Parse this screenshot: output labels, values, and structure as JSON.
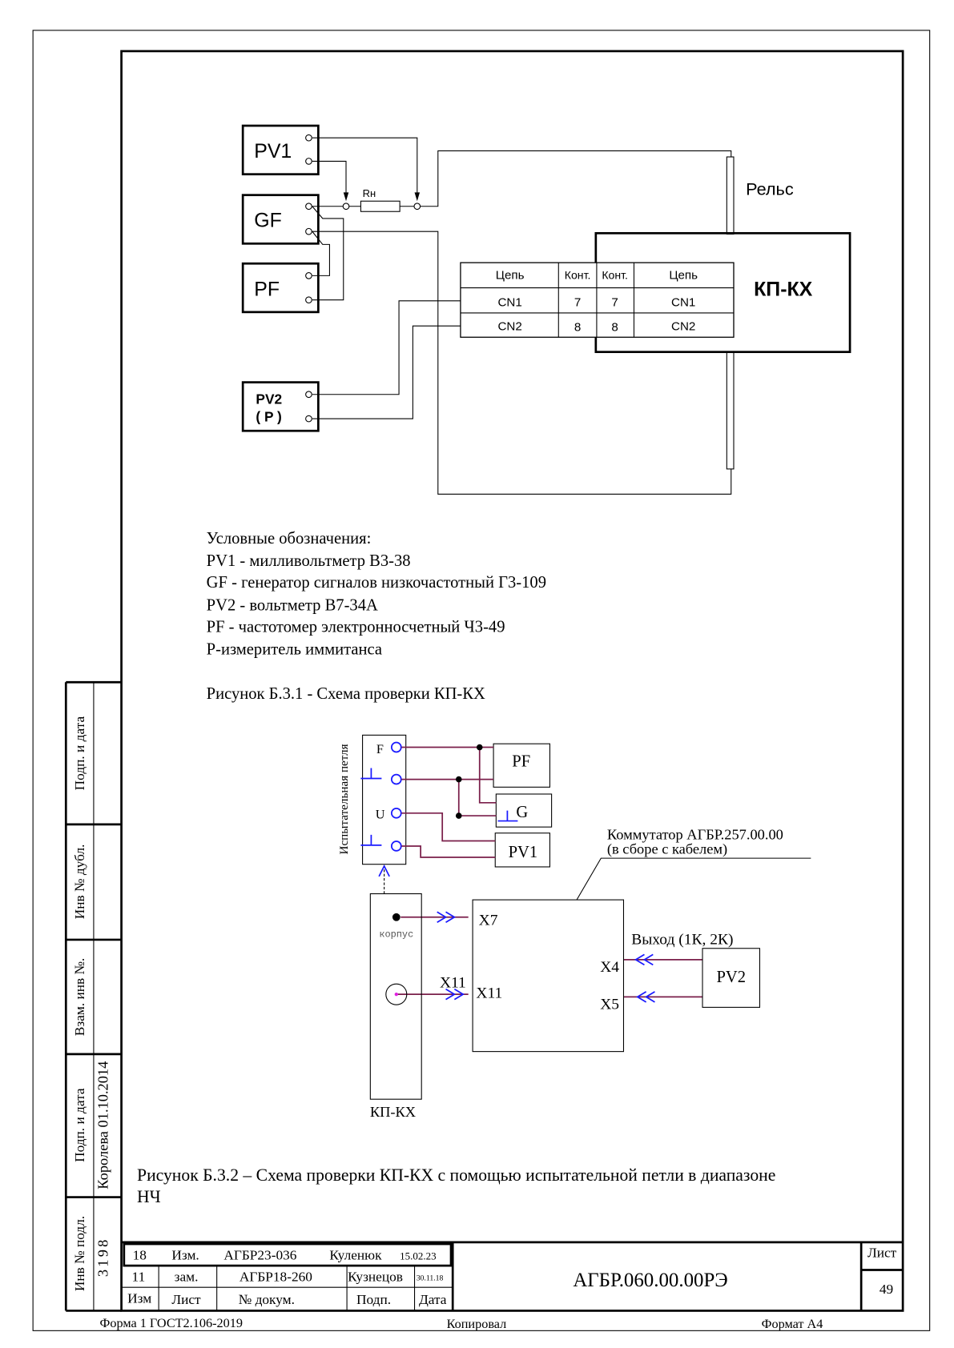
{
  "side_stamp": {
    "podp_data_1": "Подп. и дата",
    "inv_dubl": "Инв № дубл.",
    "vzam_inv": "Взам. инв №.",
    "podp_data_2": "Подп. и дата",
    "inv_podl": "Инв № подл.",
    "signer_date": "Королева 01.10.2014",
    "inv_number": "3198"
  },
  "figure1": {
    "devices": [
      "PV1",
      "GF",
      "PF",
      "PV2",
      "( P )"
    ],
    "resistor": "Rн",
    "rail": "Рельс",
    "unit": "КП-КХ",
    "table": {
      "headers": [
        "Цепь",
        "Конт.",
        "Конт.",
        "Цепь"
      ],
      "rows": [
        [
          "CN1",
          "7",
          "7",
          "CN1"
        ],
        [
          "CN2",
          "8",
          "8",
          "CN2"
        ]
      ]
    }
  },
  "legend": {
    "title": "Условные обозначения:",
    "items": [
      "PV1 - милливольтметр В3-38",
      "GF - генератор сигналов низкочастотный Г3-109",
      "PV2 - вольтметр В7-34А",
      "PF - частотомер электронносчетный Ч3-49",
      "Р-измеритель иммитанса"
    ]
  },
  "caption1": "Рисунок Б.3.1 - Схема проверки КП-КХ",
  "figure2": {
    "loop_label": "Испытательная петля",
    "loop_f": "F",
    "loop_u": "U",
    "pf": "PF",
    "g": "G",
    "pv1": "PV1",
    "pv2": "PV2",
    "korpus": "корпус",
    "unit": "КП-КХ",
    "x7": "X7",
    "x11": "X11",
    "x11_cable": "X11",
    "x4": "X4",
    "x5": "X5",
    "switch_line1": "Коммутатор АГБР.257.00.00",
    "switch_line2": "(в сборе с кабелем)",
    "output": "Выход (1К, 2К)"
  },
  "caption2_line1": "Рисунок Б.3.2 – Схема проверки КП-КХ с помощью испытательной петли в диапазоне",
  "caption2_line2": "НЧ",
  "title_block": {
    "rev_rows": [
      [
        "18",
        "Изм.",
        "АГБР23-036",
        "Куленюк",
        "15.02.23"
      ],
      [
        "11",
        "зам.",
        "АГБР18-260",
        "Кузнецов",
        "30.11.18"
      ]
    ],
    "headers": [
      "Изм",
      "Лист",
      "№ докум.",
      "Подп.",
      "Дата"
    ],
    "document_code": "АГБР.060.00.00РЭ",
    "sheet_label": "Лист",
    "sheet_number": "49"
  },
  "footer": {
    "form": "Форма 1 ГОСТ2.106-2019",
    "copied": "Копировал",
    "format": "Формат А4"
  }
}
